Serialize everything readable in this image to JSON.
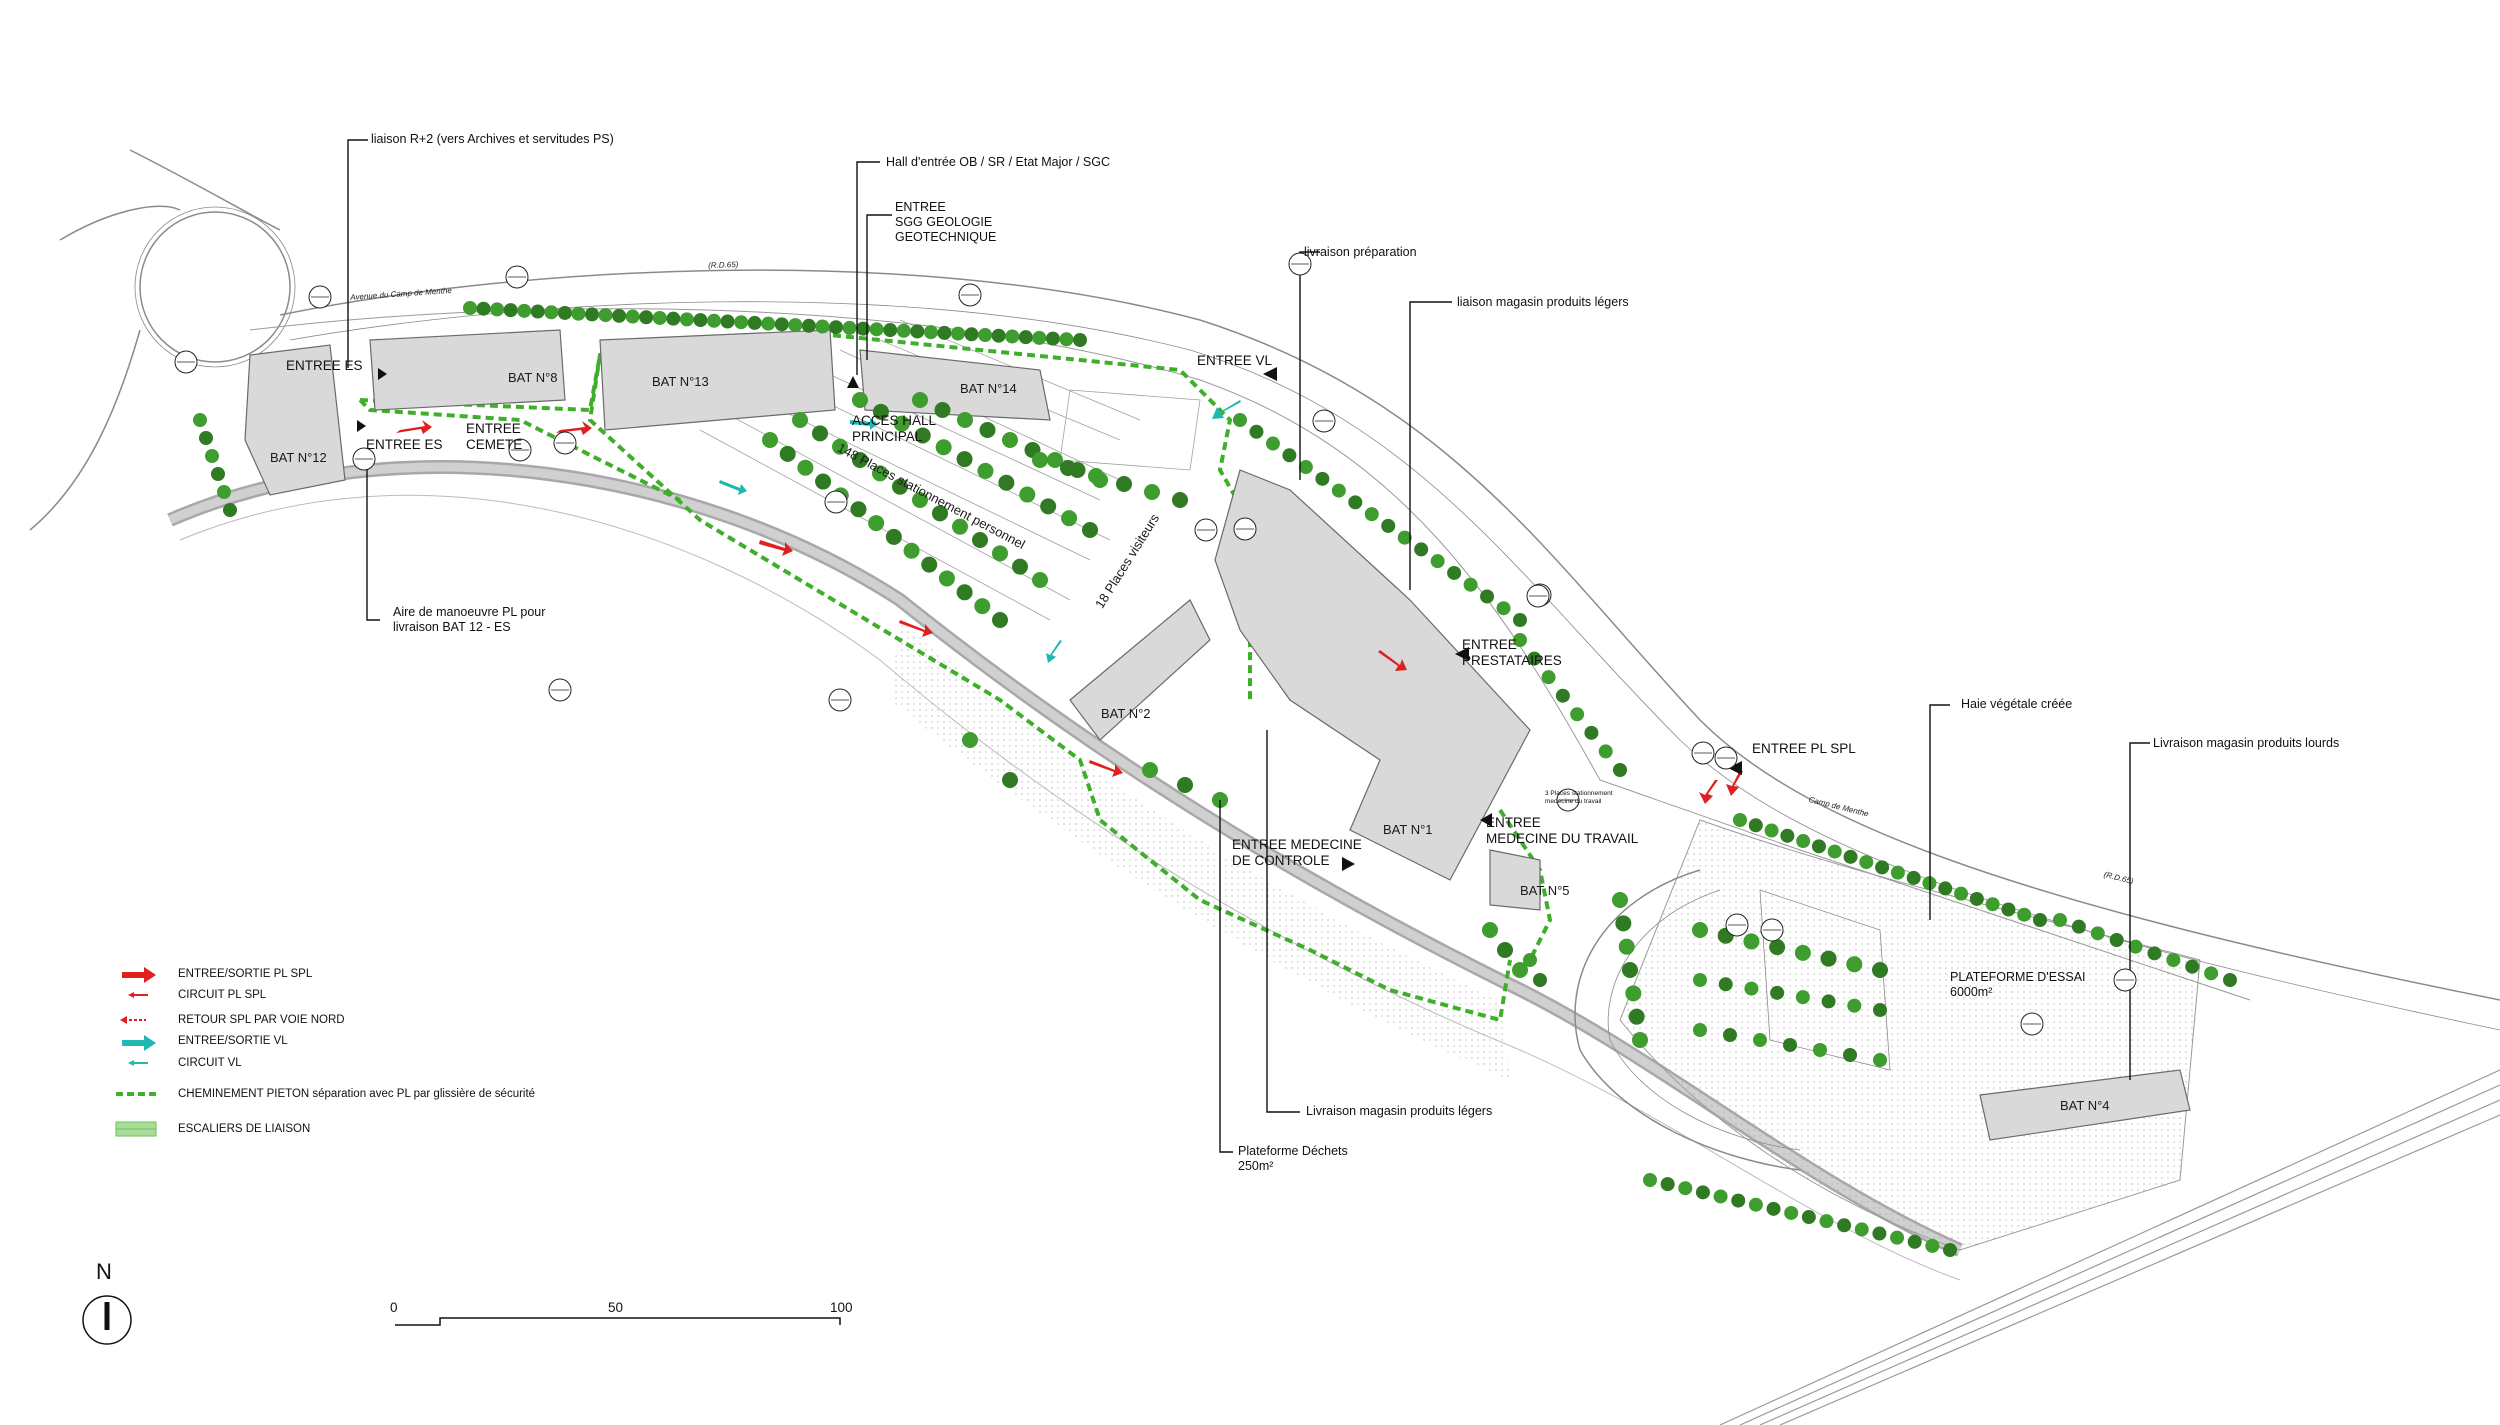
{
  "annotations": {
    "liaison_r2": "liaison R+2 (vers Archives et servitudes PS)",
    "hall_entree": "Hall d'entrée OB / SR / Etat Major / SGC",
    "entree_sgg": "ENTREE",
    "sgg_line1": "SGG GEOLOGIE",
    "sgg_line2": "GEOTECHNIQUE",
    "livraison_preparation": "livraison préparation",
    "liaison_magasin_legers": "liaison magasin produits légers",
    "entree_vl": "ENTREE  VL",
    "entree_es_top": "ENTREE ES",
    "entree_es_bottom": "ENTREE ES",
    "entree_cemete": "ENTREE\nCEMETE",
    "acces_hall": "ACCES HALL\nPRINCIPAL",
    "places_personnel": "148 Places stationnement personnel",
    "places_visiteurs": "18 Places visiteurs",
    "aire_manoeuvre": "Aire de manoeuvre PL pour\nlivraison BAT 12 - ES",
    "entree_prestataires": "ENTREE\nPRESTATAIRES",
    "entree_pl_spl": "ENTREE  PL SPL",
    "haie_vegetale": "Haie végétale créée",
    "livraison_lourds": "Livraison magasin produits lourds",
    "entree_medecine_controle": "ENTREE MEDECINE\nDE CONTROLE",
    "entree_medecine_travail": "ENTREE\nMEDECINE DU TRAVAIL",
    "places_stationnement_small": "3 Places stationnement\nmedecine du travail",
    "plateforme_essai": "PLATEFORME D'ESSAI\n6000m²",
    "livraison_magasin_legers": "Livraison magasin produits légers",
    "plateforme_dechets": "Plateforme Déchets\n250m²",
    "road_avenue": "Avenue    du    Camp    de    Menthe",
    "road_rd65": "(R.D.65)",
    "road_camp": "Camp    de    Menthe",
    "road_rd65_b": "(R.D.65)"
  },
  "buildings": {
    "bat12": "BAT N°12",
    "bat8": "BAT N°8",
    "bat13": "BAT N°13",
    "bat14": "BAT N°14",
    "bat2": "BAT N°2",
    "bat1": "BAT N°1",
    "bat5": "BAT N°5",
    "bat4": "BAT N°4"
  },
  "legend": {
    "items": [
      {
        "label": "ENTREE/SORTIE  PL SPL",
        "color": "#e02020",
        "style": "arrow-bold"
      },
      {
        "label": "CIRCUIT PL SPL",
        "color": "#e02020",
        "style": "arrow-small"
      },
      {
        "label": "RETOUR SPL PAR VOIE NORD",
        "color": "#e02020",
        "style": "arrow-dotted"
      },
      {
        "label": "ENTREE/SORTIE VL",
        "color": "#20b8b0",
        "style": "arrow-bold"
      },
      {
        "label": "CIRCUIT VL",
        "color": "#20b8b0",
        "style": "arrow-small"
      },
      {
        "label": "CHEMINEMENT PIETON séparation avec PL par glissière de sécurité",
        "color": "#3fae2a",
        "style": "dashed"
      },
      {
        "label": "ESCALIERS DE LIAISON",
        "color": "#7dcf6a",
        "style": "hatched"
      }
    ]
  },
  "scale": {
    "ticks": [
      "0",
      "50",
      "100"
    ]
  },
  "north": "N",
  "colors": {
    "tree": "#3f9d2f",
    "tree_dark": "#2f7a22",
    "building": "#d9d9d9",
    "pedestrian": "#3fae2a",
    "pl_arrow": "#e02020",
    "vl_arrow": "#20b8b0",
    "road_line": "#7a7a7a"
  }
}
